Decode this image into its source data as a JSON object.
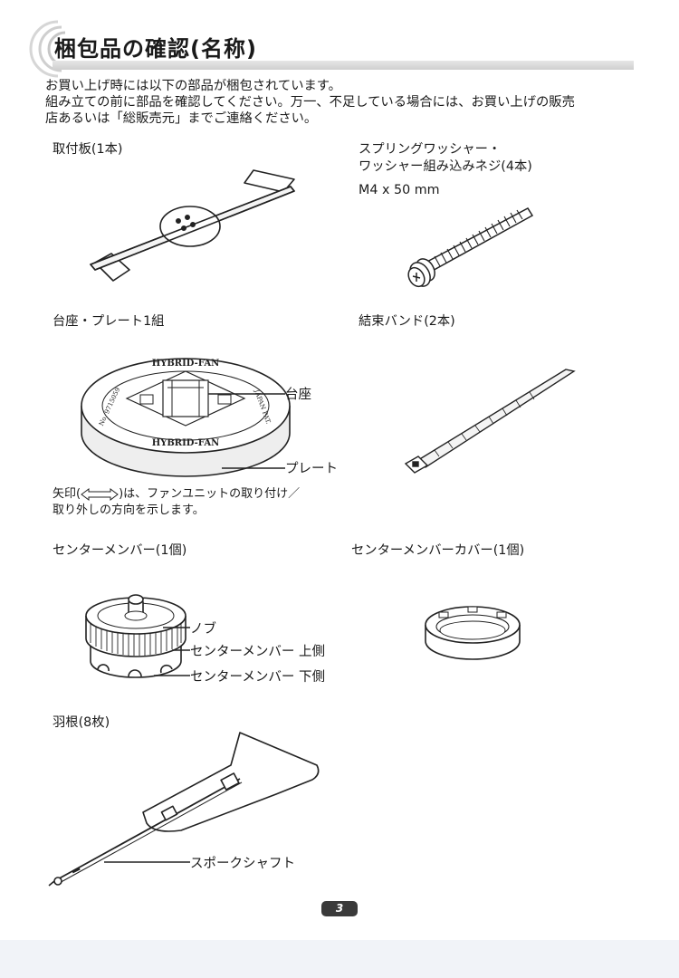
{
  "title": "梱包品の確認(名称)",
  "intro": {
    "line1": "お買い上げ時には以下の部品が梱包されています。",
    "line2": "組み立ての前に部品を確認してください。万一、不足している場合には、お買い上げの販売",
    "line3": "店あるいは「総販売元」までご連絡ください。"
  },
  "parts": {
    "mounting_plate": {
      "label": "取付板(1本)"
    },
    "washer_screw": {
      "label_line1": "スプリングワッシャー・",
      "label_line2": "ワッシャー組み込みネジ(4本)",
      "spec": "M4 x 50 mm"
    },
    "base_plate": {
      "label": "台座・プレート1組",
      "callout_base": "台座",
      "callout_plate": "プレート",
      "emboss_top": "HYBRID-FAN",
      "emboss_bottom": "HYBRID-FAN",
      "emboss_left": "No. 9715059",
      "emboss_right": "JAPAN PAT."
    },
    "cable_tie": {
      "label": "結束バンド(2本)"
    },
    "note": {
      "prefix": "矢印(",
      "suffix": ")は、ファンユニットの取り付け／",
      "line2": "取り外しの方向を示します。"
    },
    "center_member": {
      "label": "センターメンバー(1個)",
      "callout_knob": "ノブ",
      "callout_upper": "センターメンバー 上側",
      "callout_lower": "センターメンバー 下側"
    },
    "center_cover": {
      "label": "センターメンバーカバー(1個)"
    },
    "blade": {
      "label": "羽根(8枚)",
      "callout_shaft": "スポークシャフト"
    }
  },
  "page_number": "3"
}
